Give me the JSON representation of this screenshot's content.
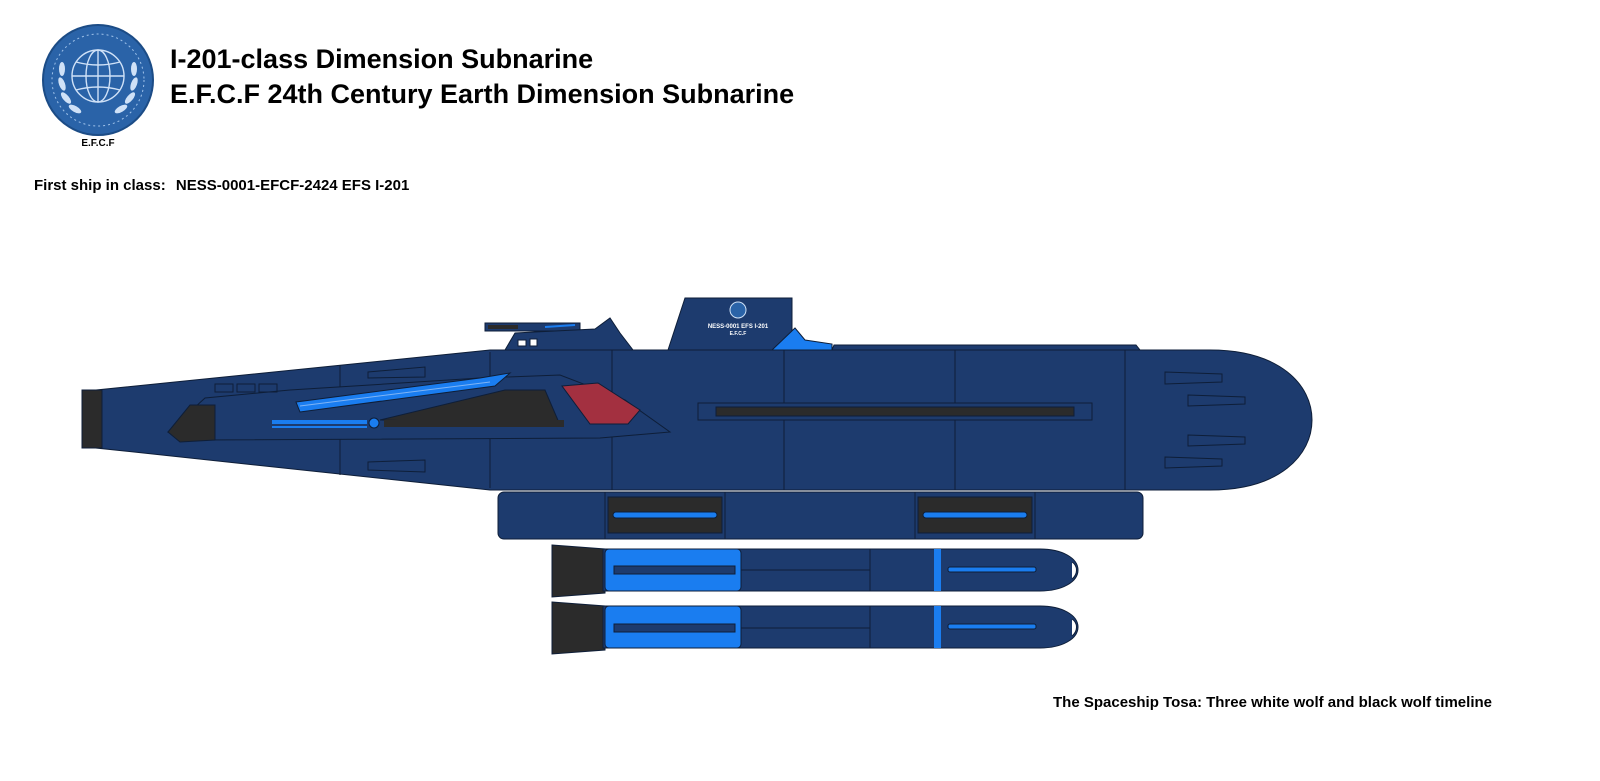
{
  "header": {
    "title_line1": "I-201-class Dimension Subnarine",
    "title_line2": "E.F.C.F 24th Century Earth Dimension Subnarine"
  },
  "emblem": {
    "caption": "E.F.C.F",
    "color": "#2a63a8"
  },
  "first_ship": {
    "label": "First ship in class:",
    "value": "NESS-0001-EFCF-2424 EFS I-201"
  },
  "ship": {
    "hull_marking_line1": "NESS-0001 EFS I-201",
    "hull_marking_line2": "E.F.C.F",
    "colors": {
      "hull": "#1d3b6e",
      "accent_blue": "#1a7df0",
      "dark": "#2b2b2b",
      "window_red": "#a33040"
    }
  },
  "credit": "The Spaceship Tosa: Three white wolf and black wolf timeline"
}
